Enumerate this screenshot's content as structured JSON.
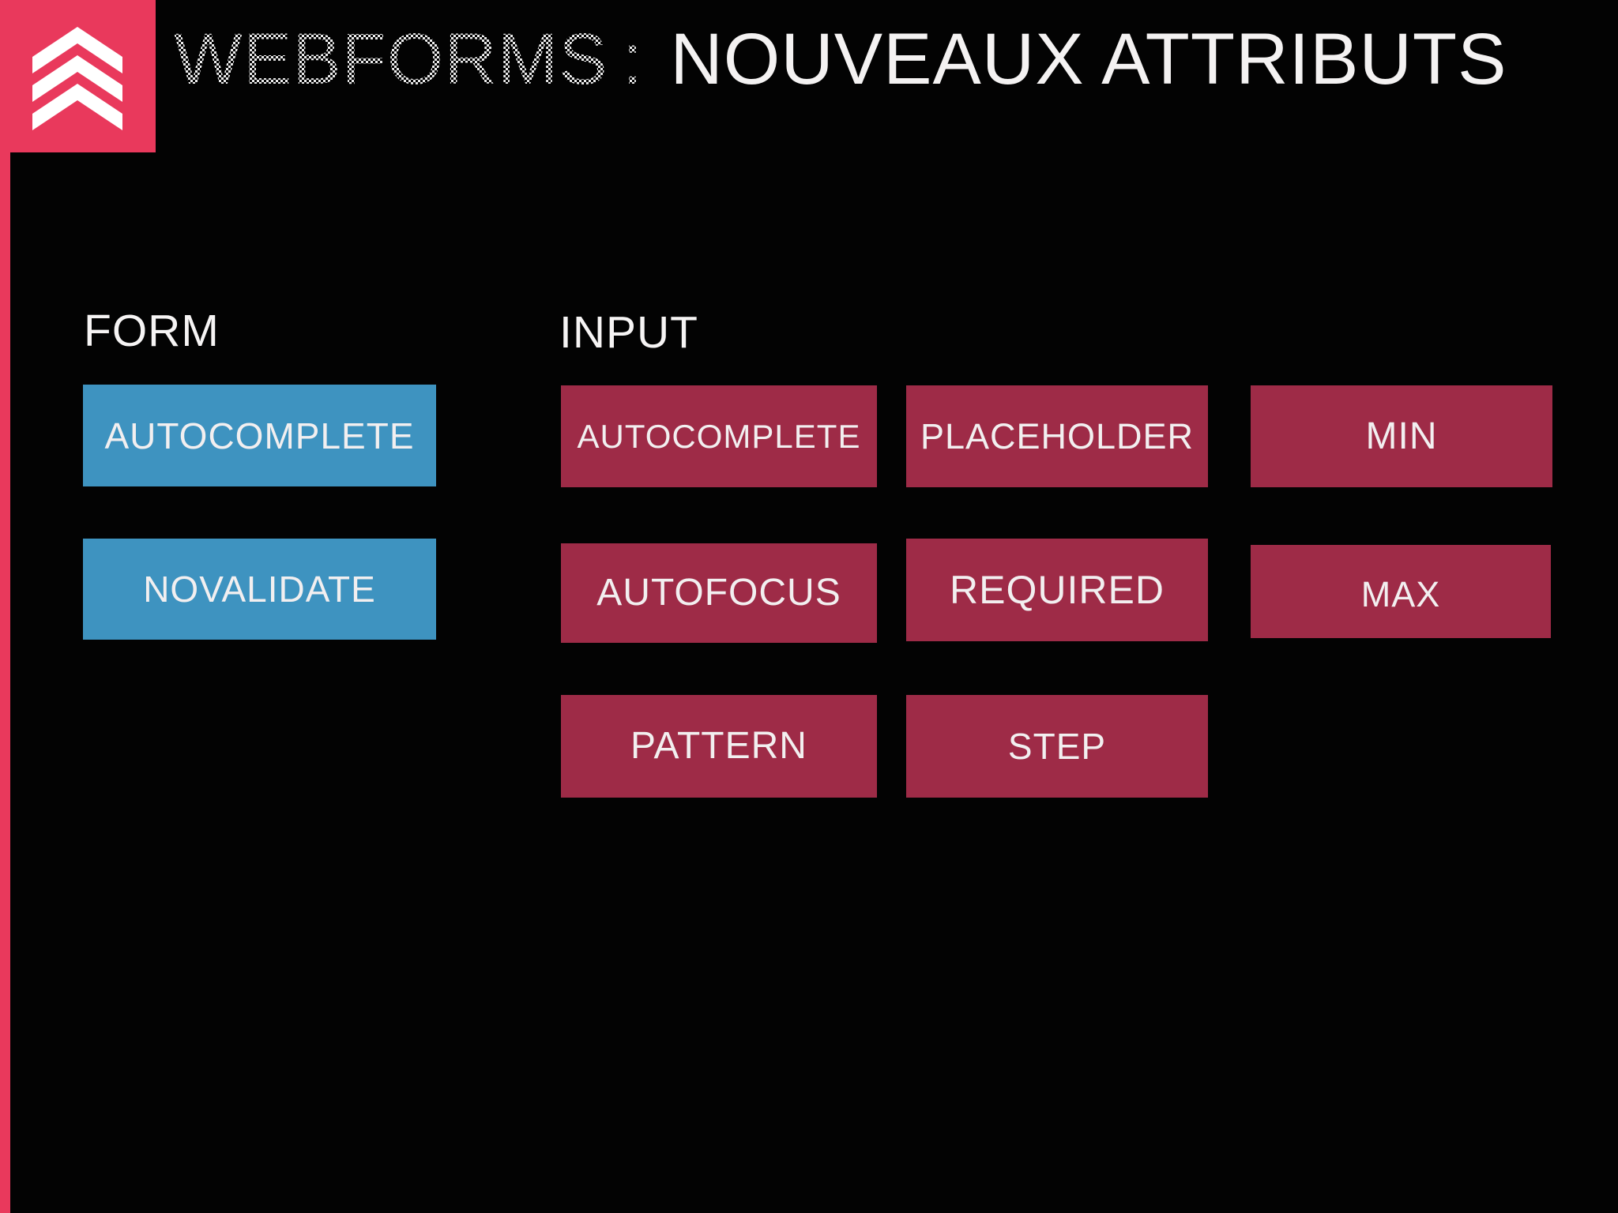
{
  "slide": {
    "background_color": "#030303",
    "accent_color": "#e9395c",
    "text_color": "#f2f2f2"
  },
  "header": {
    "logo_icon": "triple-chevron-up",
    "logo_background": "#e9395c",
    "logo_chevron_color": "#ffffff",
    "title": {
      "dotted": "WEBFORMS",
      "separator": ":",
      "main": "NOUVEAUX ATTRIBUTS"
    }
  },
  "sections": {
    "form": {
      "label": "FORM",
      "button_color": "#3e93c0",
      "buttons": [
        {
          "label": "AUTOCOMPLETE"
        },
        {
          "label": "NOVALIDATE"
        }
      ]
    },
    "input": {
      "label": "INPUT",
      "button_color": "#9e2b47",
      "buttons": [
        {
          "label": "AUTOCOMPLETE"
        },
        {
          "label": "PLACEHOLDER"
        },
        {
          "label": "MIN"
        },
        {
          "label": "AUTOFOCUS"
        },
        {
          "label": "REQUIRED"
        },
        {
          "label": "MAX"
        },
        {
          "label": "PATTERN"
        },
        {
          "label": "STEP"
        }
      ]
    }
  }
}
